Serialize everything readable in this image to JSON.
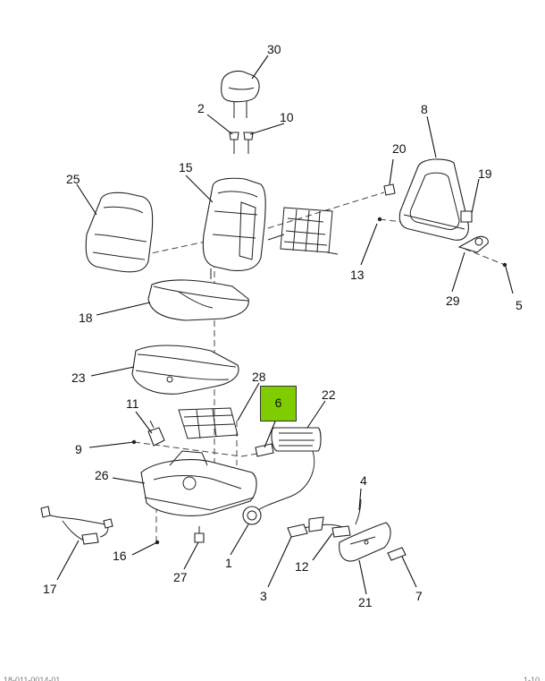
{
  "diagram": {
    "highlighted_callout": "6",
    "callouts": {
      "c1": "1",
      "c2": "2",
      "c3": "3",
      "c4": "4",
      "c5": "5",
      "c7": "7",
      "c8": "8",
      "c9": "9",
      "c10": "10",
      "c11": "11",
      "c12": "12",
      "c13": "13",
      "c15": "15",
      "c16": "16",
      "c17": "17",
      "c18": "18",
      "c19": "19",
      "c20": "20",
      "c21": "21",
      "c22": "22",
      "c23": "23",
      "c25": "25",
      "c26": "26",
      "c27": "27",
      "c28": "28",
      "c29": "29",
      "c30": "30"
    },
    "footer_left": "18-011-0014-01",
    "footer_right": "1-10"
  }
}
